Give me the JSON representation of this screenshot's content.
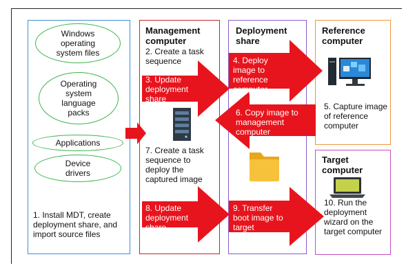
{
  "sources": {
    "windows_files": "Windows operating system files",
    "language_packs": "Operating system language packs",
    "applications": "Applications",
    "device_drivers": "Device drivers",
    "step1": "1. Install MDT, create deployment share, and import source files"
  },
  "management": {
    "title": "Management computer",
    "step2": "2. Create a task sequence",
    "step3": "3. Update deployment share",
    "step7": "7. Create a task sequence to deploy the captured image",
    "step8": "8. Update deployment share"
  },
  "share": {
    "title": "Deployment share",
    "step4": "4. Deploy image to reference computer",
    "step6": "6. Copy image to management computer",
    "step9": "9. Transfer boot image to target computer"
  },
  "reference": {
    "title": "Reference computer",
    "step5": "5. Capture image of reference computer"
  },
  "target": {
    "title": "Target computer",
    "step10": "10. Run the deployment wizard on the target computer"
  },
  "colors": {
    "arrow": "#e8141d",
    "source_border": "#3a8fd6",
    "oval_border": "#3cb44b",
    "mgmt_border": "#c0262c",
    "share_border": "#8a5cc7",
    "ref_border": "#f0963a",
    "target_border": "#c94bc3",
    "folder": "#f5b82a"
  },
  "icons": [
    "server-icon",
    "folder-icon",
    "desktop-computer-icon",
    "laptop-icon"
  ]
}
